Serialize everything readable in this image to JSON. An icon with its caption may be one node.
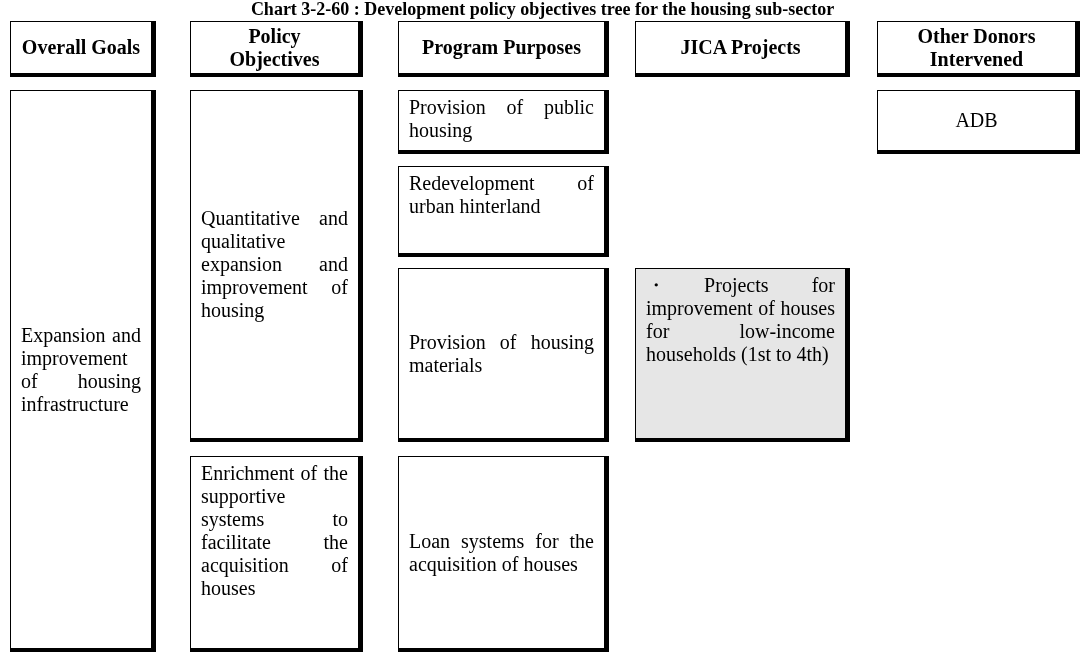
{
  "diagram": {
    "title": "Chart 3-2-60 : Development policy objectives tree for the housing sub-sector",
    "nodes": [
      {
        "text": [
          "Overall Goals"
        ]
      },
      {
        "text": [
          "Policy Objectives"
        ]
      },
      {
        "text": [
          "Program Purposes"
        ]
      },
      {
        "text": [
          "JICA Projects"
        ]
      },
      {
        "text": [
          "Other Donors Intervened"
        ]
      },
      {
        "text": [
          "Expansion and improvement of housing infrastructure"
        ]
      },
      {
        "text": [
          "Quantitative and qualitative expansion and improvement of housing"
        ]
      },
      {
        "text": [
          "Enrichment of the supportive systems to facilitate the acquisition of houses"
        ]
      },
      {
        "text": [
          "Provision of public housing"
        ]
      },
      {
        "text": [
          "Redevelopment of urban hinterland"
        ]
      },
      {
        "text": [
          "Provision of housing materials"
        ]
      },
      {
        "text": [
          "Loan systems for the acquisition of houses"
        ]
      },
      {
        "text": [
          "・Projects for improvement of houses for low-income households (1st to 4th)"
        ]
      },
      {
        "text": [
          "ADB"
        ]
      }
    ]
  }
}
